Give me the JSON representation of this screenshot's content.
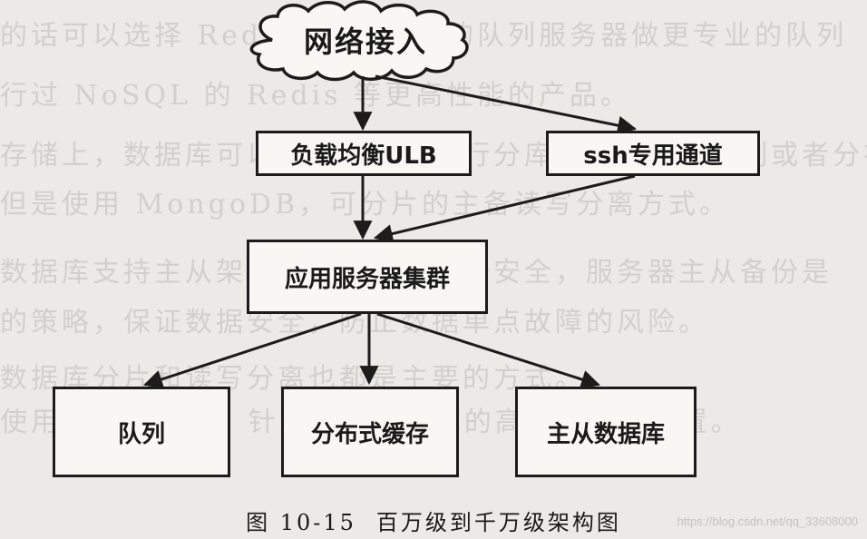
{
  "diagram": {
    "cloud": {
      "label": "网络接入"
    },
    "nodes": {
      "ulb": "负载均衡ULB",
      "ssh": "ssh专用通道",
      "cluster": "应用服务器集群",
      "queue": "队列",
      "cache": "分布式缓存",
      "db": "主从数据库"
    }
  },
  "caption": {
    "figure_number": "图 10-15",
    "title": "百万级到千万级架构图"
  },
  "watermark": "https://blog.csdn.net/qq_33608000",
  "background_text_lines": [
    "的话可以选择 Redis，或者专门的队列服务器做更专业的队列",
    "行过 NoSQL 的 Redis 等更高性能的产品。",
    "存储上，数据库可以按照业务来进行分库分表的数据切割或者分布式存储",
    "但是使用 MongoDB，可分片的主备读写分离方式。",
    "数据库支持主从架构，确保线上数据安全，服务器主从备份是",
    "的策略，保证数据安全，防止数据单点故障的风险。",
    "数据库分片和读写分离也都是主要的方式。",
    "使用 SSD 硬盘，针对业务数据库的高性能存储配置。"
  ],
  "colors": {
    "line": "#1c1c1c",
    "box_fill": "#f8f7f4",
    "paper": "#eceae6"
  }
}
